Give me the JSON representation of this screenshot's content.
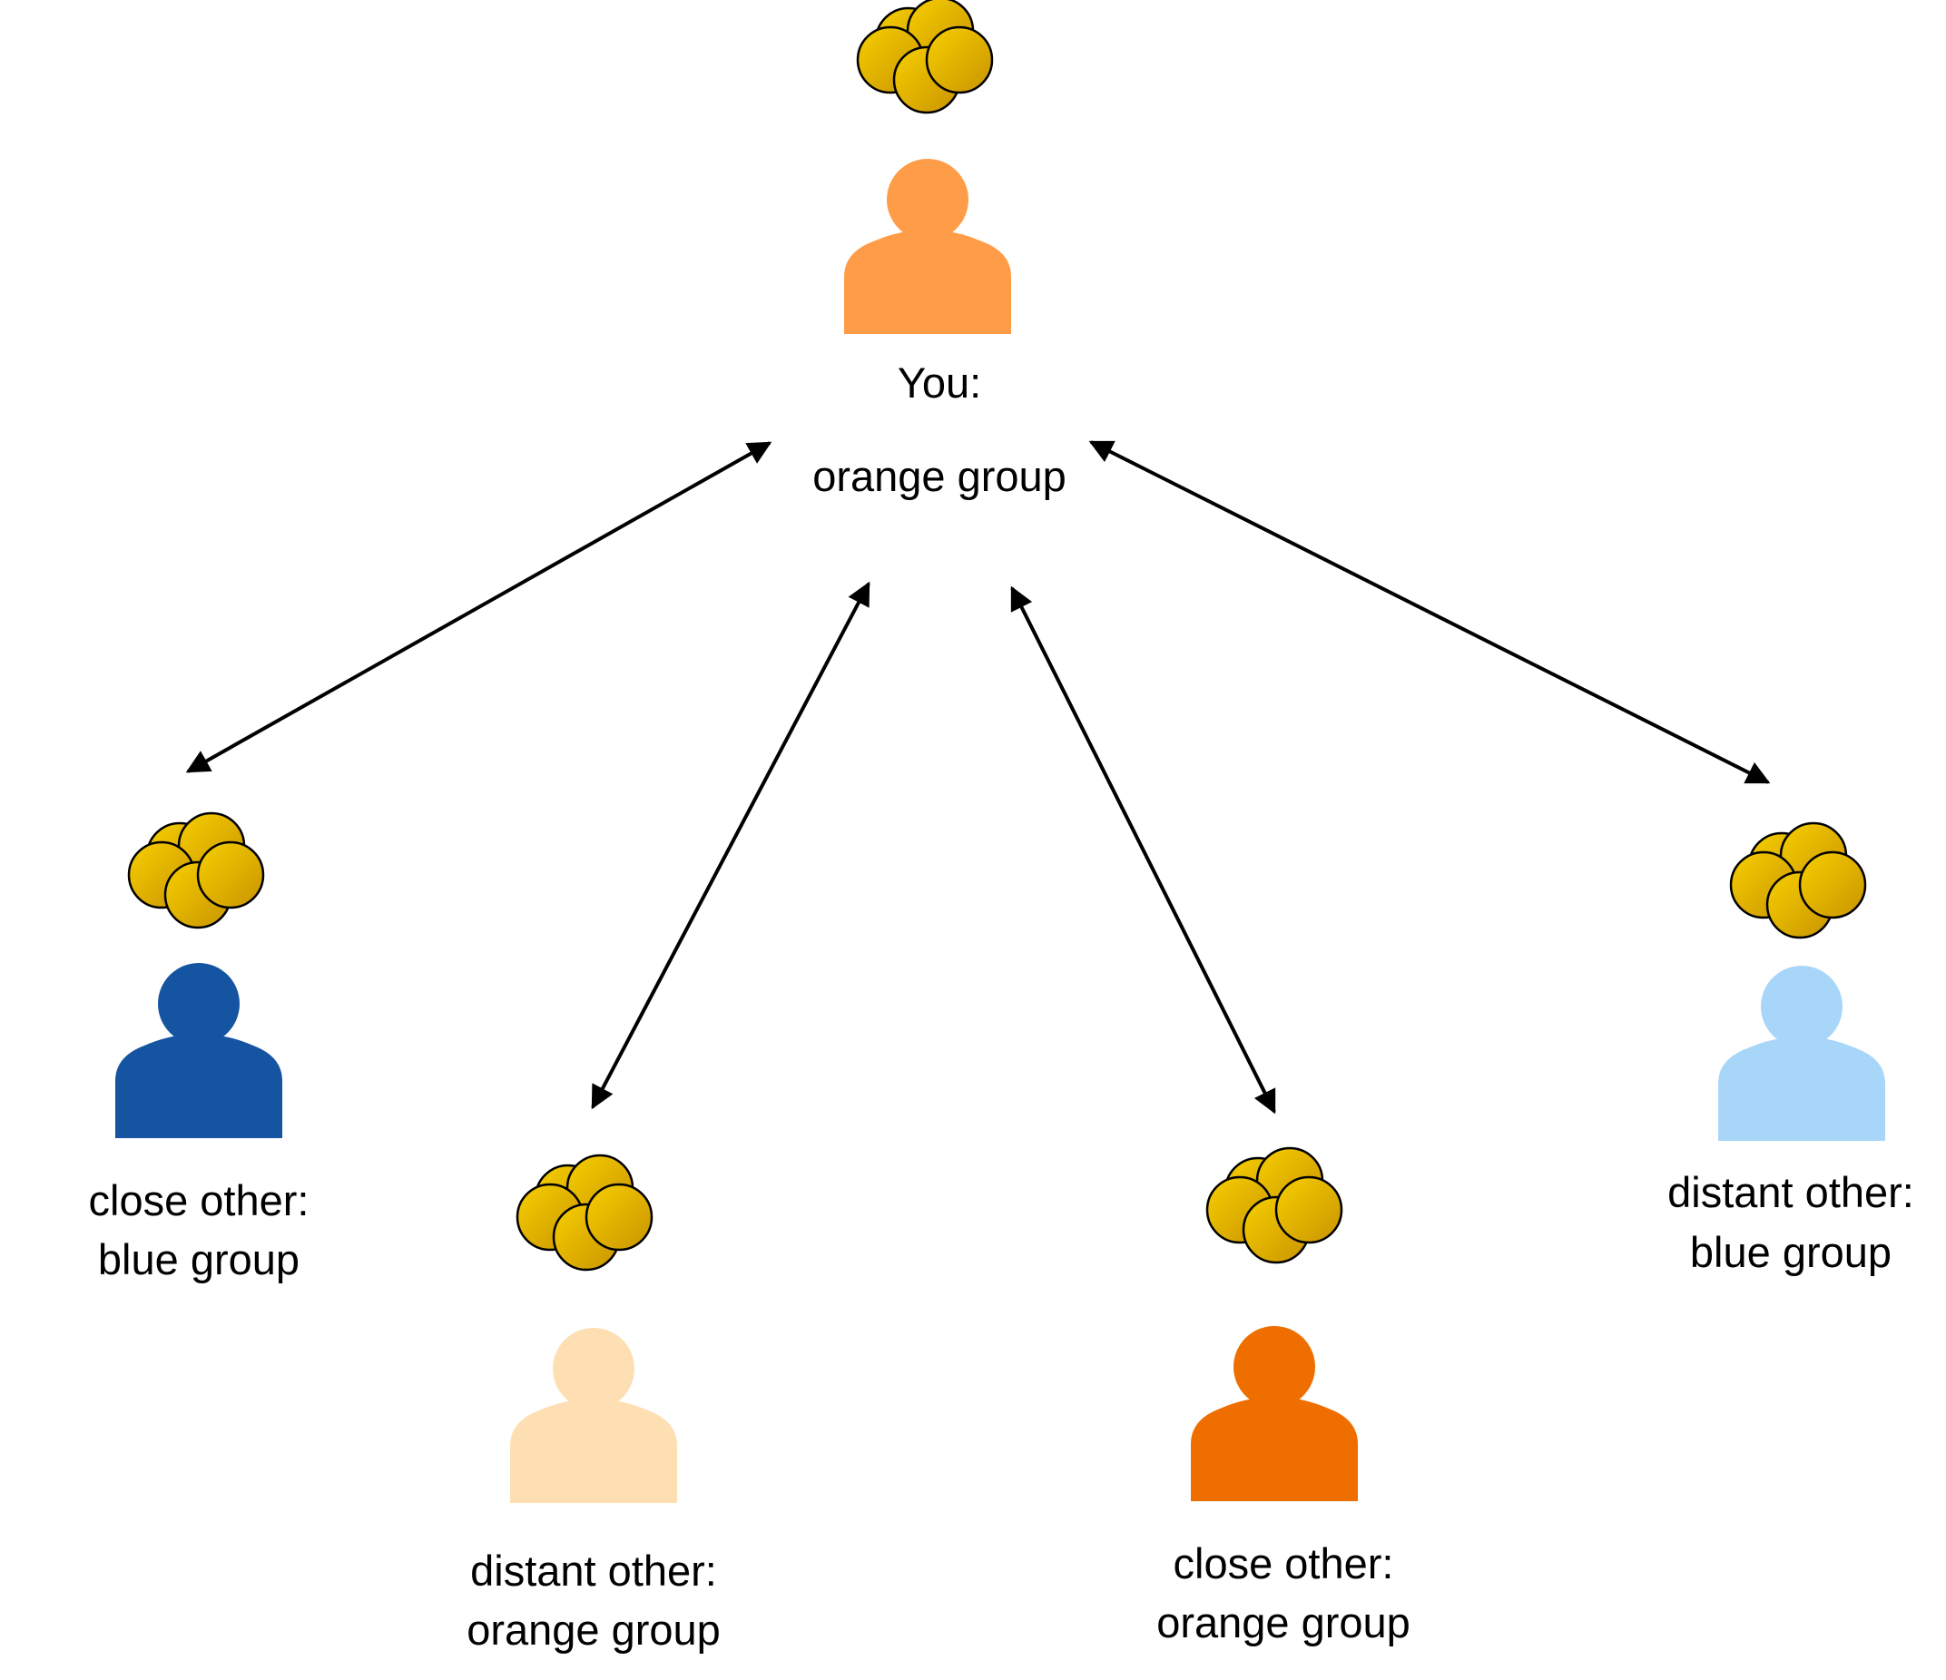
{
  "colors": {
    "coin_fill_light": "#f7cf00",
    "coin_fill_dark": "#c99400",
    "coin_stroke": "#000000",
    "arrow": "#000000",
    "background": "#ffffff"
  },
  "nodes": {
    "you": {
      "line1": "You:",
      "line2": "orange group",
      "color": "#ff9c47"
    },
    "close_blue": {
      "line1": "close other:",
      "line2": "blue group",
      "color": "#1454a0"
    },
    "distant_orange": {
      "line1": "distant other:",
      "line2": "orange group",
      "color": "#fddfb3"
    },
    "close_orange": {
      "line1": "close other:",
      "line2": "orange group",
      "color": "#ee6e00"
    },
    "distant_blue": {
      "line1": "distant other:",
      "line2": "blue group",
      "color": "#a8d6f9"
    }
  },
  "icons": {
    "person": "person-icon",
    "coins": "coin-pile-icon",
    "arrow": "double-headed-arrow"
  }
}
